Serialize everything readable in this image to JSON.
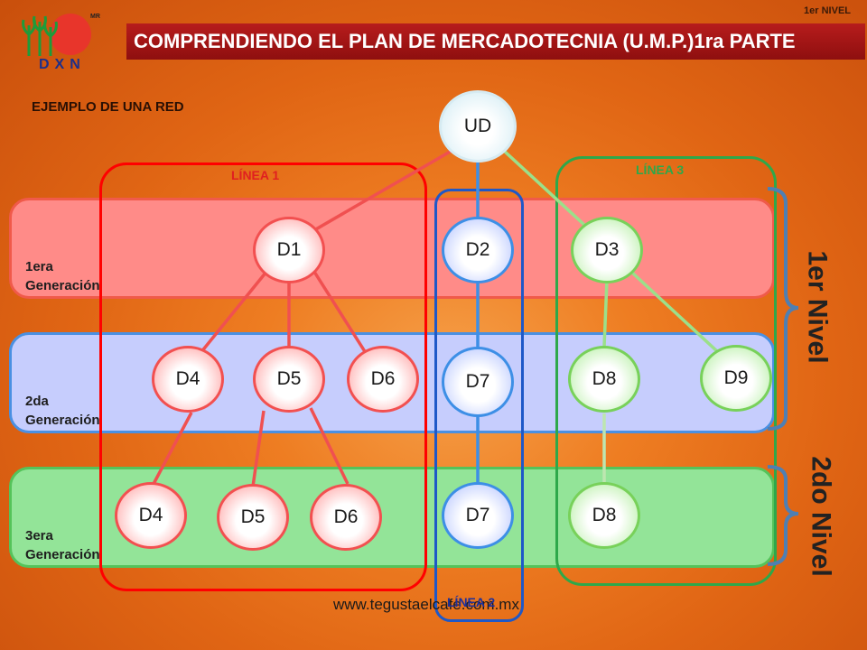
{
  "header": {
    "level_tag": "1er NIVEL",
    "title": "COMPRENDIENDO EL PLAN DE MERCADOTECNIA (U.M.P.)1ra PARTE",
    "logo_text": "DXN",
    "logo_mark": "MR"
  },
  "section_label": "EJEMPLO DE UNA RED",
  "generations": [
    {
      "line1": "1era",
      "line2": "Generación"
    },
    {
      "line1": "2da",
      "line2": "Generación"
    },
    {
      "line1": "3era",
      "line2": "Generación"
    }
  ],
  "lines": {
    "l1": {
      "label": "LÍNEA 1",
      "color": "#ff0000"
    },
    "l2": {
      "label": "LÍNEA 2",
      "color": "#1e58c8"
    },
    "l3": {
      "label": "LÍNEA 3",
      "color": "#2ea84a"
    }
  },
  "nodes": {
    "ud": "UD",
    "g1": [
      "D1",
      "D2",
      "D3"
    ],
    "g2": [
      "D4",
      "D5",
      "D6",
      "D7",
      "D8",
      "D9"
    ],
    "g3": [
      "D4",
      "D5",
      "D6",
      "D7",
      "D8"
    ]
  },
  "levels": {
    "first": "1er Nivel",
    "second": "2do Nivel"
  },
  "footer": "www.tegustaelcafe.com.mx",
  "colors": {
    "title_bar": "#b71c1c",
    "background": "#ee7d22",
    "band1": "#ff8b88",
    "band2": "#c6cdfd",
    "band3": "#93e498"
  }
}
